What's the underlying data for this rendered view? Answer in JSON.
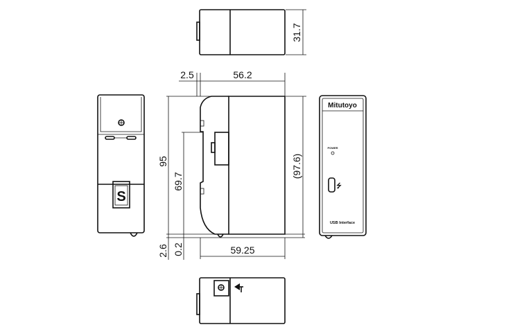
{
  "dimensions": {
    "height_top_view": "31.7",
    "offset_left": "2.5",
    "depth_upper": "56.2",
    "height_total": "95",
    "rail_height": "69.7",
    "height_overall": "(97.6)",
    "foot_offset": "2.6",
    "gap": "0.2",
    "depth_lower": "59.25"
  },
  "front_panel": {
    "brand": "Mitutoyo",
    "led_label": "POWER",
    "product_label": "USB Interface"
  }
}
